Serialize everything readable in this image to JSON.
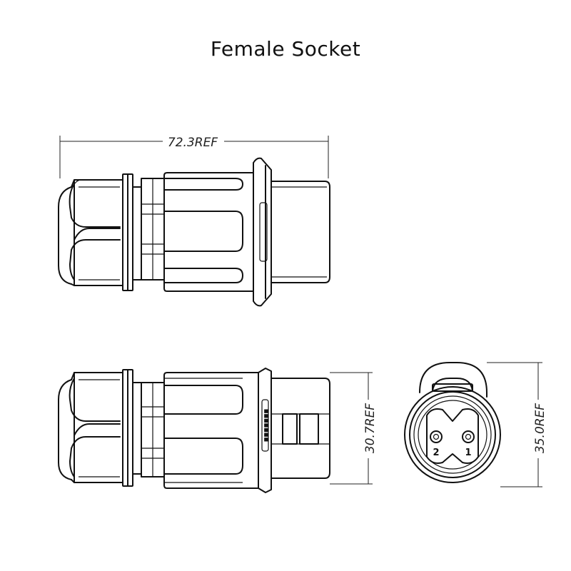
{
  "title": "Female Socket",
  "dimensions": {
    "overall_length": "72.3REF",
    "side_height": "30.7REF",
    "front_height": "35.0REF"
  },
  "pins": {
    "left": "2",
    "right": "1"
  }
}
